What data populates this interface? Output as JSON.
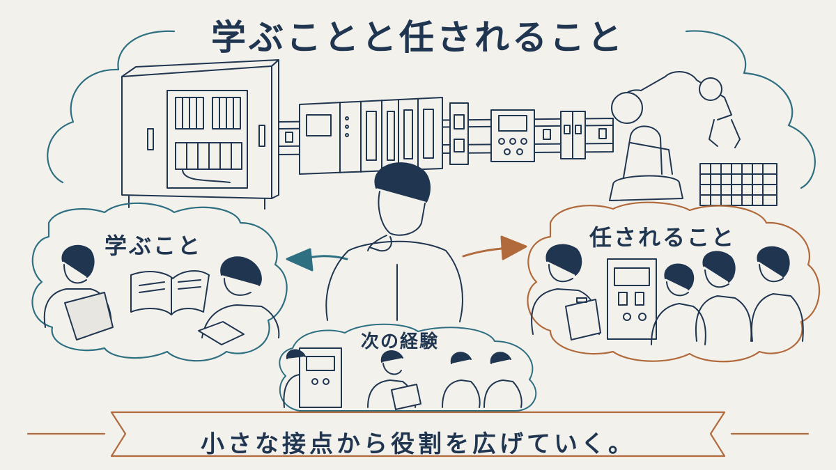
{
  "title": "学ぶことと任されること",
  "sections": {
    "learn": {
      "label": "学ぶこと"
    },
    "assign": {
      "label": "任されること"
    },
    "next": {
      "label": "次の経験"
    }
  },
  "banner": {
    "text": "小さな接点から役割を広げていく。"
  },
  "colors": {
    "ink": "#1f3550",
    "teal": "#2e6f82",
    "copper": "#b06a3b",
    "paper": "#f3f1ec"
  },
  "icons": [
    "control-cabinet-icon",
    "plc-module-rack-icon",
    "robot-arm-icon",
    "safety-fence-icon",
    "textbook-icon",
    "clipboard-icon"
  ]
}
